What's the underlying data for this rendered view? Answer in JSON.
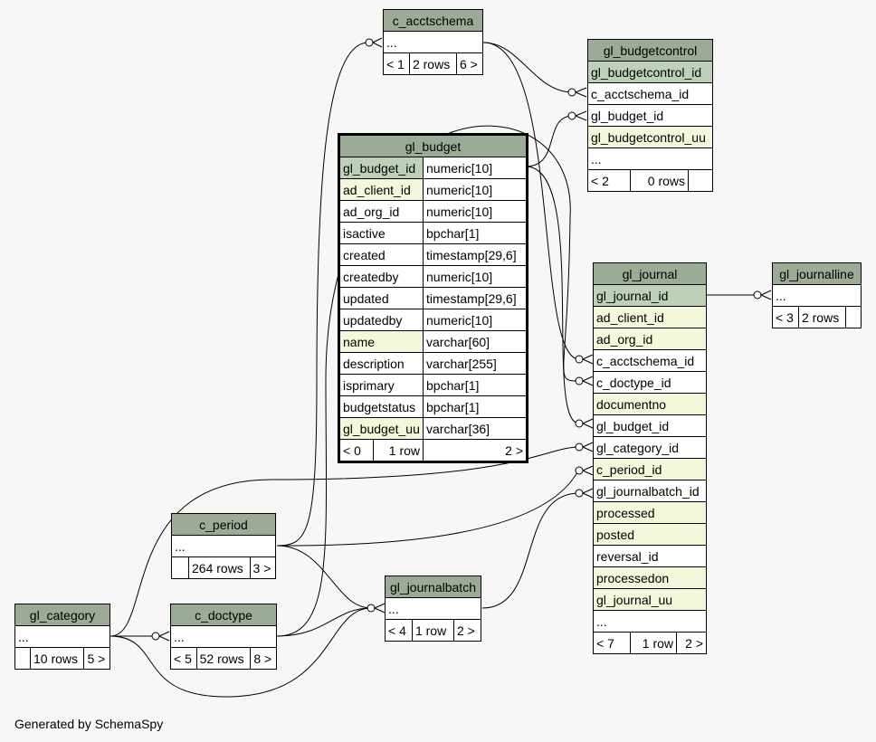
{
  "footer": "Generated by SchemaSpy",
  "colors": {
    "background": "#f7f7f7",
    "header": "#9bab96",
    "primary_key": "#bed1b8",
    "indexed": "#f4f7da",
    "plain": "#ffffff"
  },
  "tables": {
    "c_acctschema": {
      "title": "c_acctschema",
      "ellipsis": "...",
      "footer": [
        "< 1",
        "2 rows",
        "6 >"
      ]
    },
    "gl_budgetcontrol": {
      "title": "gl_budgetcontrol",
      "columns": [
        "gl_budgetcontrol_id",
        "c_acctschema_id",
        "gl_budget_id",
        "gl_budgetcontrol_uu",
        "..."
      ],
      "footer": [
        "< 2",
        "0 rows",
        ""
      ]
    },
    "gl_budget": {
      "title": "gl_budget",
      "columns": [
        {
          "name": "gl_budget_id",
          "type": "numeric[10]"
        },
        {
          "name": "ad_client_id",
          "type": "numeric[10]"
        },
        {
          "name": "ad_org_id",
          "type": "numeric[10]"
        },
        {
          "name": "isactive",
          "type": "bpchar[1]"
        },
        {
          "name": "created",
          "type": "timestamp[29,6]"
        },
        {
          "name": "createdby",
          "type": "numeric[10]"
        },
        {
          "name": "updated",
          "type": "timestamp[29,6]"
        },
        {
          "name": "updatedby",
          "type": "numeric[10]"
        },
        {
          "name": "name",
          "type": "varchar[60]"
        },
        {
          "name": "description",
          "type": "varchar[255]"
        },
        {
          "name": "isprimary",
          "type": "bpchar[1]"
        },
        {
          "name": "budgetstatus",
          "type": "bpchar[1]"
        },
        {
          "name": "gl_budget_uu",
          "type": "varchar[36]"
        }
      ],
      "footer": [
        "< 0",
        "1 row",
        "2 >"
      ]
    },
    "gl_journal": {
      "title": "gl_journal",
      "columns": [
        "gl_journal_id",
        "ad_client_id",
        "ad_org_id",
        "c_acctschema_id",
        "c_doctype_id",
        "documentno",
        "gl_budget_id",
        "gl_category_id",
        "c_period_id",
        "gl_journalbatch_id",
        "processed",
        "posted",
        "reversal_id",
        "processedon",
        "gl_journal_uu",
        "..."
      ],
      "footer": [
        "< 7",
        "1 row",
        "2 >"
      ]
    },
    "gl_journalline": {
      "title": "gl_journalline",
      "ellipsis": "...",
      "footer": [
        "< 3",
        "2 rows",
        ""
      ]
    },
    "c_period": {
      "title": "c_period",
      "ellipsis": "...",
      "footer": [
        "",
        "264 rows",
        "3 >"
      ]
    },
    "gl_journalbatch": {
      "title": "gl_journalbatch",
      "ellipsis": "...",
      "footer": [
        "< 4",
        "1 row",
        "2 >"
      ]
    },
    "gl_category": {
      "title": "gl_category",
      "ellipsis": "...",
      "footer": [
        "",
        "10 rows",
        "5 >"
      ]
    },
    "c_doctype": {
      "title": "c_doctype",
      "ellipsis": "...",
      "footer": [
        "< 5",
        "52 rows",
        "8 >"
      ]
    }
  }
}
